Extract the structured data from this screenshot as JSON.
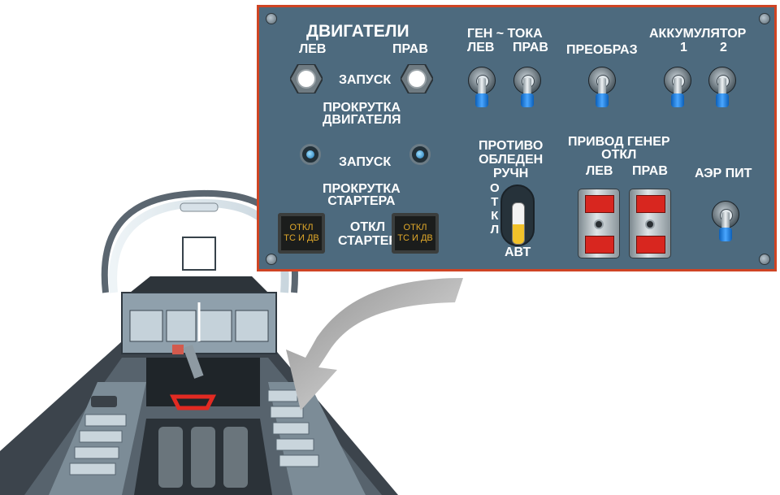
{
  "panel": {
    "engines_title": "ДВИГАТЕЛИ",
    "engine_left": "ЛЕВ",
    "engine_right": "ПРАВ",
    "start_lbl_1": "ЗАПУСК",
    "crank_engine": "ПРОКРУТКА\nДВИГАТЕЛЯ",
    "start_lbl_2": "ЗАПУСК",
    "crank_starter": "ПРОКРУТКА\nСТАРТЕРА",
    "starter_off": "ОТКЛ\nСТАРТЕР",
    "tb_left": "ОТКЛ\nТС И ДВ",
    "tb_right": "ОТКЛ\nТС И ДВ",
    "gen_title": "ГЕН ~ ТОКА",
    "gen_left": "ЛЕВ",
    "gen_right": "ПРАВ",
    "converter": "ПРЕОБРАЗ",
    "battery_title": "АККУМУЛЯТОР",
    "battery_1": "1",
    "battery_2": "2",
    "anti_ice": "ПРОТИВО\nОБЛЕДЕН\nРУЧН",
    "off_vertical": "О\nТ\nК\nЛ",
    "auto": "АВТ",
    "gen_drive": "ПРИВОД ГЕНЕР\nОТКЛ",
    "drive_left": "ЛЕВ",
    "drive_right": "ПРАВ",
    "airfield_power": "АЭР ПИТ"
  },
  "colors": {
    "panel_bg": "#4d6a7e",
    "panel_border": "#cf4424",
    "toggle_tip": "#1e7ee0",
    "warning_red": "#d8261f",
    "tablo_text": "#e1a92a"
  }
}
